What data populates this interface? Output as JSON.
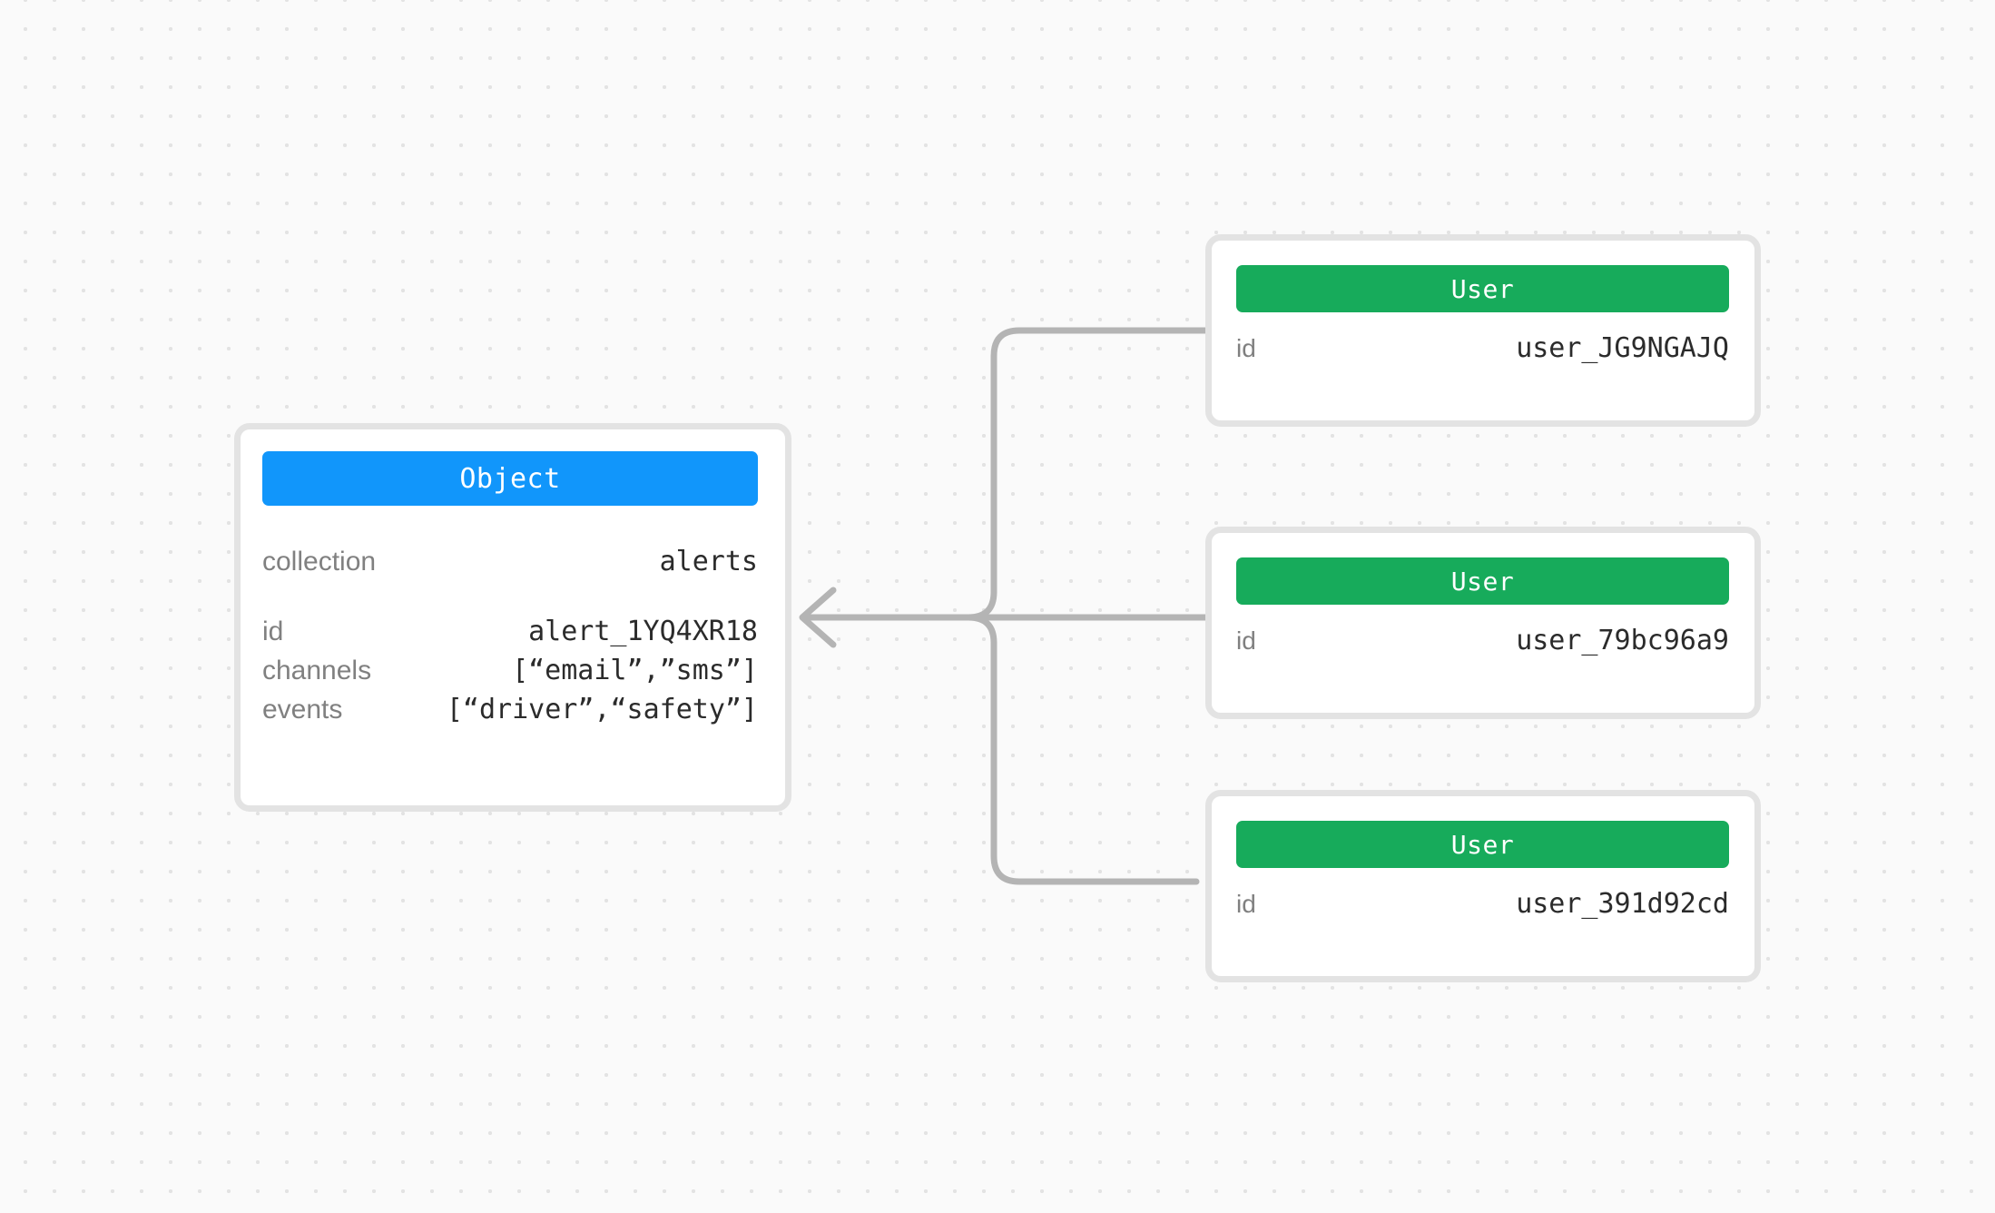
{
  "canvas": {
    "background_color": "#fafafa",
    "dot_color": "#e3e3e3",
    "card_border_color": "#e3e3e3",
    "edge_color": "#b4b4b4"
  },
  "object_node": {
    "header": {
      "label": "Object",
      "color": "#1196fb",
      "icon": "object-node-header"
    },
    "rows": [
      {
        "key": "collection",
        "value": "alerts"
      },
      {
        "key": "id",
        "value": "alert_1YQ4XR18"
      },
      {
        "key": "channels",
        "value": "[“email”,”sms”]"
      },
      {
        "key": "events",
        "value": "[“driver”,“safety”]"
      }
    ]
  },
  "user_nodes": [
    {
      "header": {
        "label": "User",
        "color": "#17ab5b"
      },
      "rows": [
        {
          "key": "id",
          "value": "user_JG9NGAJQ"
        }
      ]
    },
    {
      "header": {
        "label": "User",
        "color": "#17ab5b"
      },
      "rows": [
        {
          "key": "id",
          "value": "user_79bc96a9"
        }
      ]
    },
    {
      "header": {
        "label": "User",
        "color": "#17ab5b"
      },
      "rows": [
        {
          "key": "id",
          "value": "user_391d92cd"
        }
      ]
    }
  ],
  "edges": [
    {
      "from": "user_nodes.0",
      "to": "object_node",
      "arrow": "arrow-left-icon"
    },
    {
      "from": "user_nodes.1",
      "to": "object_node",
      "arrow": "arrow-left-icon"
    },
    {
      "from": "user_nodes.2",
      "to": "object_node",
      "arrow": "arrow-left-icon"
    }
  ]
}
